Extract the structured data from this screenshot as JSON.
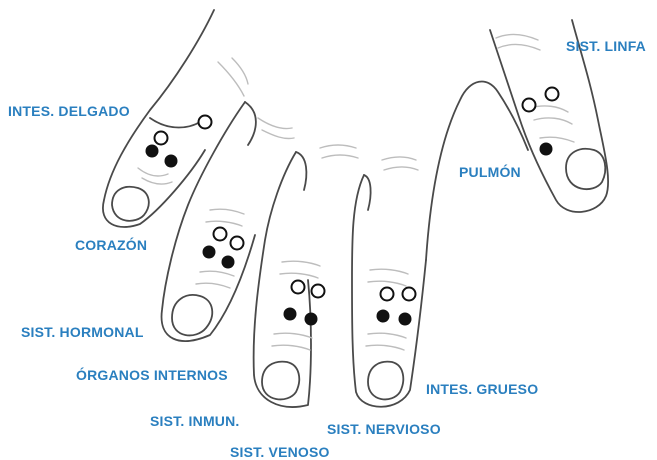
{
  "labels": {
    "intes_delgado": "INTES. DELGADO",
    "corazon": "CORAZÓN",
    "sist_hormonal": "SIST. HORMONAL",
    "organos_internos": "ÓRGANOS INTERNOS",
    "sist_inmun": "SIST. INMUN.",
    "sist_venoso": "SIST. VENOSO",
    "sist_nervioso": "SIST. NERVIOSO",
    "intes_grueso": "INTES. GRUESO",
    "pulmon": "PULMÓN",
    "sist_linfa": "SIST. LINFA"
  },
  "colors": {
    "label": "#2a7fbf",
    "outline": "#4a4a4a",
    "crease": "#bdbdbd",
    "filled_dot": "#111111"
  }
}
